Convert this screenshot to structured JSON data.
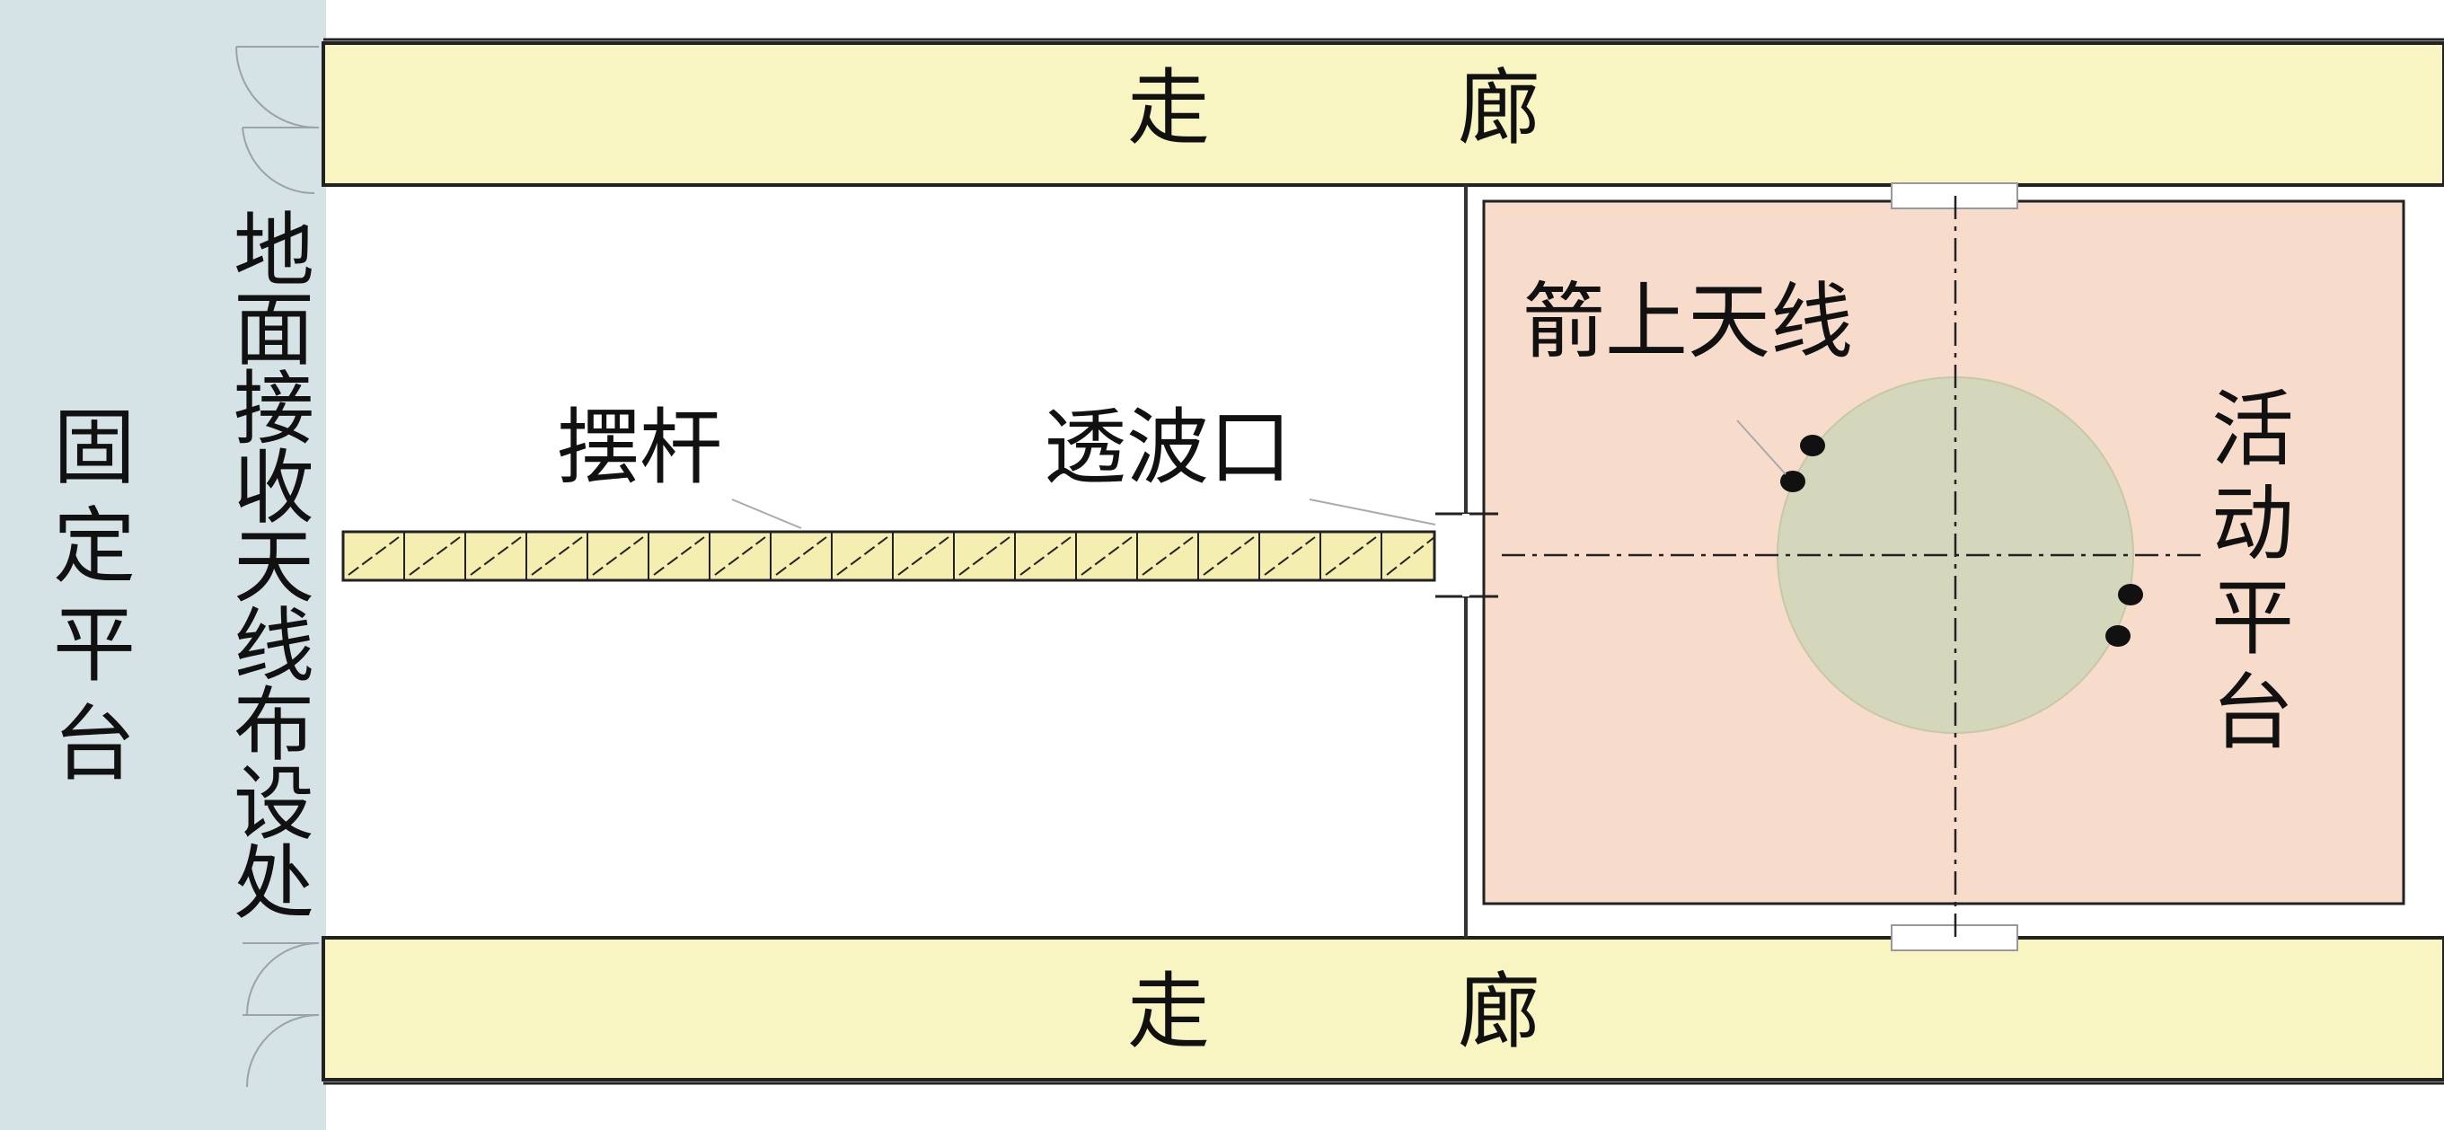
{
  "labels": {
    "fixed_platform": [
      "固",
      "定",
      "平",
      "台"
    ],
    "ground_antenna": [
      "地",
      "面",
      "接",
      "收",
      "天",
      "线",
      "布",
      "设",
      "处"
    ],
    "corridor_top": "走　　　廊",
    "corridor_bottom": "走　　　廊",
    "swing_arm": "摆杆",
    "wave_window": "透波口",
    "rocket_antenna": "箭上天线",
    "movable_platform": [
      "活",
      "动",
      "平",
      "台"
    ]
  },
  "colors": {
    "fixed_platform_fill": "#d5e3e6",
    "corridor_fill": "#f8f5c2",
    "swing_arm_fill": "#f4eeb0",
    "movable_platform_fill": "#f8dccb",
    "rocket_circle_fill": "#d4d7bc",
    "line": "#222222"
  }
}
